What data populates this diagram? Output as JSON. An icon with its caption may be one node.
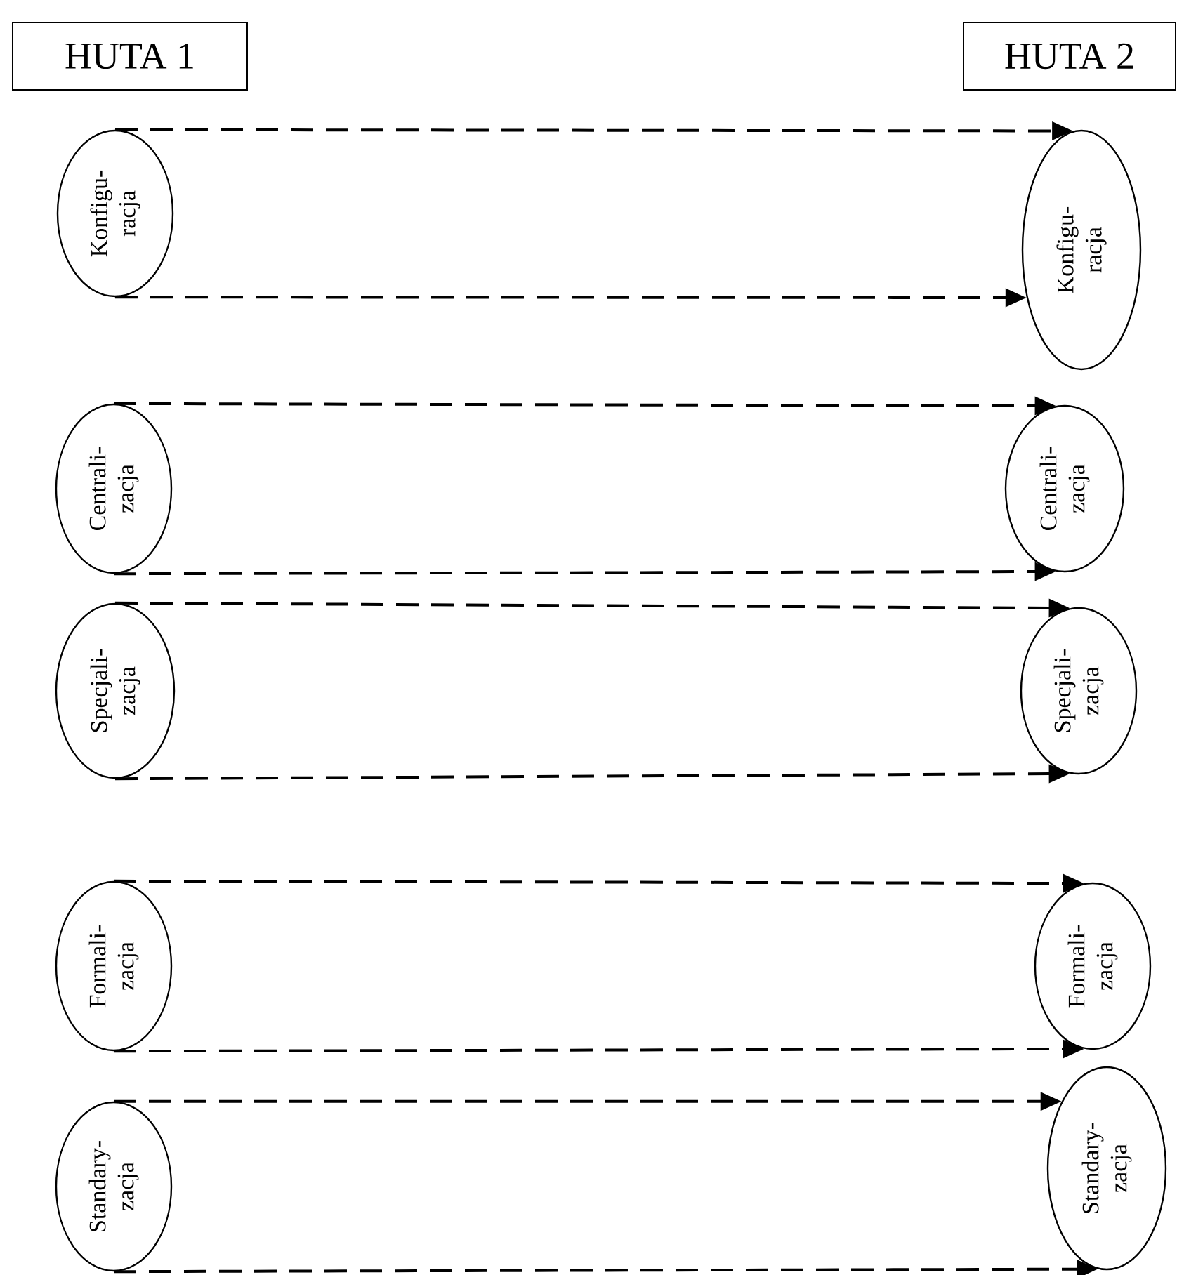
{
  "diagram": {
    "nodes": [
      {
        "text": [
          "HUTA 1"
        ]
      },
      {
        "text": [
          "HUTA 2"
        ]
      },
      {
        "text": [
          "Konfigu- racja"
        ]
      },
      {
        "text": [
          "Konfigu- racja"
        ]
      },
      {
        "text": [
          "Centrali- zacja"
        ]
      },
      {
        "text": [
          "Centrali- zacja"
        ]
      },
      {
        "text": [
          "Specjali- zacja"
        ]
      },
      {
        "text": [
          "Specjali- zacja"
        ]
      },
      {
        "text": [
          "Formali- zacja"
        ]
      },
      {
        "text": [
          "Formali- zacja"
        ]
      },
      {
        "text": [
          "Standary- zacja"
        ]
      },
      {
        "text": [
          "Standary- zacja"
        ]
      }
    ],
    "edges": [
      {
        "from": 2,
        "to": 3,
        "arrow": "to",
        "style": "dashed"
      },
      {
        "from": 2,
        "to": 3,
        "arrow": "to",
        "style": "dashed"
      },
      {
        "from": 4,
        "to": 5,
        "arrow": "to",
        "style": "dashed"
      },
      {
        "from": 4,
        "to": 5,
        "arrow": "to",
        "style": "dashed"
      },
      {
        "from": 6,
        "to": 7,
        "arrow": "to",
        "style": "dashed"
      },
      {
        "from": 6,
        "to": 7,
        "arrow": "to",
        "style": "dashed"
      },
      {
        "from": 8,
        "to": 9,
        "arrow": "to",
        "style": "dashed"
      },
      {
        "from": 8,
        "to": 9,
        "arrow": "to",
        "style": "dashed"
      },
      {
        "from": 10,
        "to": 11,
        "arrow": "to",
        "style": "dashed"
      },
      {
        "from": 10,
        "to": 11,
        "arrow": "to",
        "style": "dashed"
      }
    ]
  }
}
